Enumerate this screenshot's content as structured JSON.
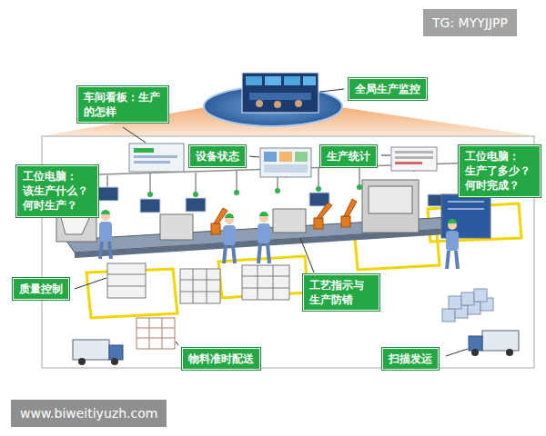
{
  "diagram": {
    "nodes": [
      {
        "text": [
          "车间看板：生产 的怎样"
        ]
      },
      {
        "text": [
          "全局生产监控"
        ]
      },
      {
        "text": [
          "设备状态"
        ]
      },
      {
        "text": [
          "生产统计"
        ]
      },
      {
        "text": [
          "工位电脑： 该生产什么？ 何时生产？"
        ]
      },
      {
        "text": [
          "工位电脑： 生产了多少？ 何时完成？"
        ]
      },
      {
        "text": [
          "质量控制"
        ]
      },
      {
        "text": [
          "工艺指示与 生产防错"
        ]
      },
      {
        "text": [
          "物料准时配送"
        ]
      },
      {
        "text": [
          "扫描发运"
        ]
      }
    ],
    "labels": [
      "TG: MYYJJPP",
      "www.biweitiyuzh.com"
    ]
  }
}
